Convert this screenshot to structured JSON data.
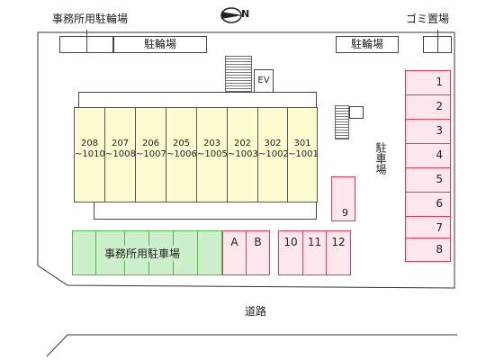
{
  "top_labels": {
    "office_bicycle_parking": "事務所用駐輪場",
    "garbage_area": "ゴミ置場"
  },
  "compass": {
    "north_letter": "N"
  },
  "bicycle_parking_left": "駐輪場",
  "bicycle_parking_right": "駐輪場",
  "elevator": "EV",
  "units": [
    {
      "top": "208",
      "bottom": "~1010"
    },
    {
      "top": "207",
      "bottom": "~1008"
    },
    {
      "top": "206",
      "bottom": "~1007"
    },
    {
      "top": "205",
      "bottom": "~1006"
    },
    {
      "top": "203",
      "bottom": "~1005"
    },
    {
      "top": "202",
      "bottom": "~1003"
    },
    {
      "top": "302",
      "bottom": "~1002"
    },
    {
      "top": "301",
      "bottom": "~1001"
    }
  ],
  "parking_label": "駐車場",
  "right_column_spaces": [
    "1",
    "2",
    "3",
    "4",
    "5",
    "6",
    "7",
    "8"
  ],
  "space_9": "9",
  "office_parking": "事務所用駐車場",
  "front_spaces_ab": [
    "A",
    "B"
  ],
  "front_spaces_num": [
    "10",
    "11",
    "12"
  ],
  "road": "道路",
  "colors": {
    "building_fill": "#fdfbd0",
    "parking_red": "#d9405a",
    "parking_red_fill": "#fde6ec",
    "office_parking_green": "#4cbb4c",
    "office_parking_fill": "#cdefc9"
  }
}
